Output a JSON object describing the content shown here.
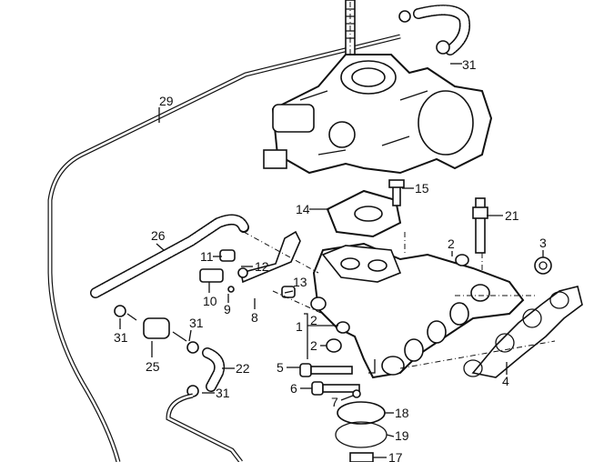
{
  "diagram": {
    "callouts": [
      "29",
      "31",
      "15",
      "14",
      "21",
      "26",
      "11",
      "12",
      "13",
      "10",
      "9",
      "8",
      "2",
      "3",
      "1",
      "2",
      "2",
      "31",
      "31",
      "25",
      "22",
      "31",
      "5",
      "6",
      "7",
      "18",
      "19",
      "17",
      "4"
    ]
  }
}
